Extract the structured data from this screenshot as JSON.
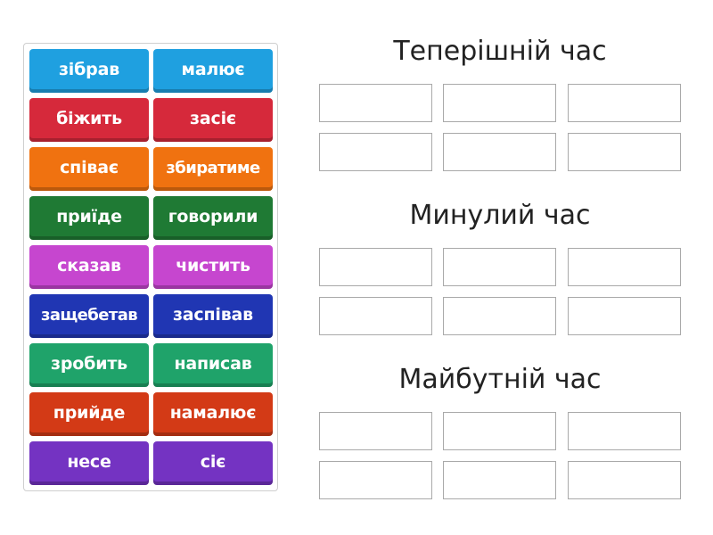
{
  "tiles": [
    {
      "label": "зібрав",
      "color": "#1fa0e0"
    },
    {
      "label": "малює",
      "color": "#1fa0e0"
    },
    {
      "label": "біжить",
      "color": "#d6293b"
    },
    {
      "label": "засіє",
      "color": "#d6293b"
    },
    {
      "label": "співає",
      "color": "#f07210"
    },
    {
      "label": "збиратиме",
      "color": "#f07210"
    },
    {
      "label": "приїде",
      "color": "#1f7a34"
    },
    {
      "label": "говорили",
      "color": "#1f7a34"
    },
    {
      "label": "сказав",
      "color": "#c646cf"
    },
    {
      "label": "чистить",
      "color": "#c646cf"
    },
    {
      "label": "защебетав",
      "color": "#2036b3"
    },
    {
      "label": "заспівав",
      "color": "#2036b3"
    },
    {
      "label": "зробить",
      "color": "#1fa36a"
    },
    {
      "label": "написав",
      "color": "#1fa36a"
    },
    {
      "label": "прийде",
      "color": "#d33a16"
    },
    {
      "label": "намалює",
      "color": "#d33a16"
    },
    {
      "label": "несе",
      "color": "#7433c2"
    },
    {
      "label": "сіє",
      "color": "#7433c2"
    }
  ],
  "groups": [
    {
      "title": "Теперішній час"
    },
    {
      "title": "Минулий час"
    },
    {
      "title": "Майбутній час"
    }
  ]
}
